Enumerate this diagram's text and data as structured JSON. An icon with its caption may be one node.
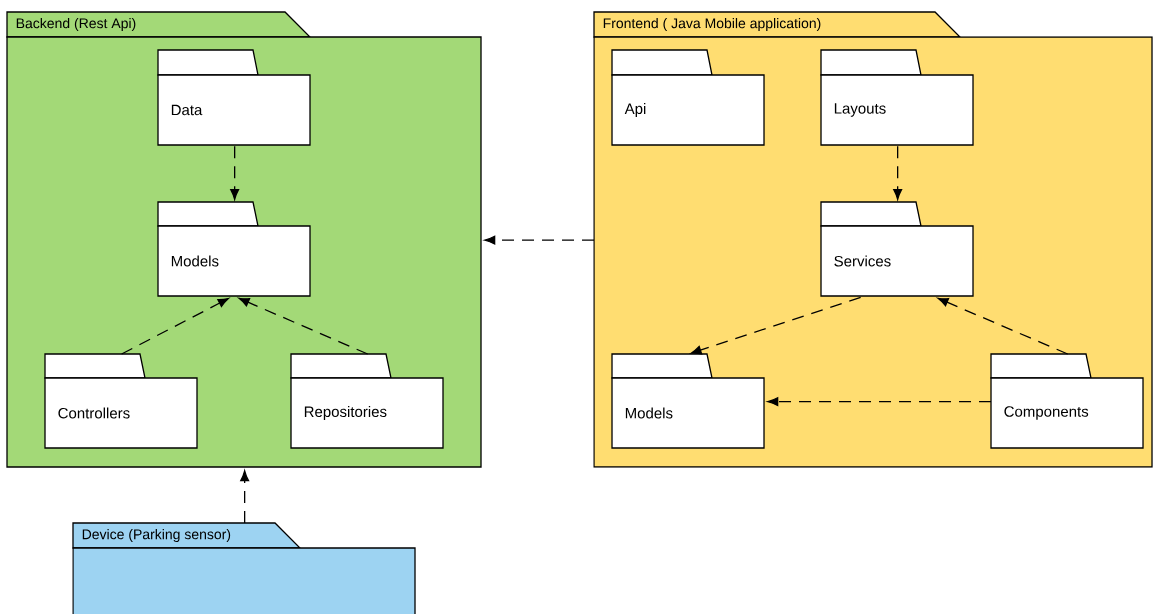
{
  "diagram": {
    "nodes": [
      {
        "text": [
          "Backend (Rest Api)"
        ]
      },
      {
        "text": [
          "Data"
        ],
        "in": 0
      },
      {
        "text": [
          "Models"
        ],
        "in": 0
      },
      {
        "text": [
          "Controllers"
        ],
        "in": 0
      },
      {
        "text": [
          "Repositories"
        ],
        "in": 0
      },
      {
        "text": [
          "Frontend ( Java Mobile application)"
        ]
      },
      {
        "text": [
          "Api"
        ],
        "in": 5
      },
      {
        "text": [
          "Layouts"
        ],
        "in": 5
      },
      {
        "text": [
          "Services"
        ],
        "in": 5
      },
      {
        "text": [
          "Models"
        ],
        "in": 5
      },
      {
        "text": [
          "Components"
        ],
        "in": 5
      },
      {
        "text": [
          "Device (Parking sensor)"
        ]
      }
    ],
    "edges": [
      {
        "from": 1,
        "to": 2,
        "arrow": "to",
        "style": "dashed"
      },
      {
        "from": 3,
        "to": 2,
        "arrow": "to",
        "style": "dashed"
      },
      {
        "from": 4,
        "to": 2,
        "arrow": "to",
        "style": "dashed"
      },
      {
        "from": 5,
        "to": 0,
        "arrow": "to",
        "style": "dashed"
      },
      {
        "from": 7,
        "to": 8,
        "arrow": "to",
        "style": "dashed"
      },
      {
        "from": 8,
        "to": 9,
        "arrow": "to",
        "style": "dashed"
      },
      {
        "from": 10,
        "to": 8,
        "arrow": "to",
        "style": "dashed"
      },
      {
        "from": 10,
        "to": 9,
        "arrow": "to",
        "style": "dashed"
      },
      {
        "from": 11,
        "to": 0,
        "arrow": "to",
        "style": "dashed"
      }
    ]
  }
}
